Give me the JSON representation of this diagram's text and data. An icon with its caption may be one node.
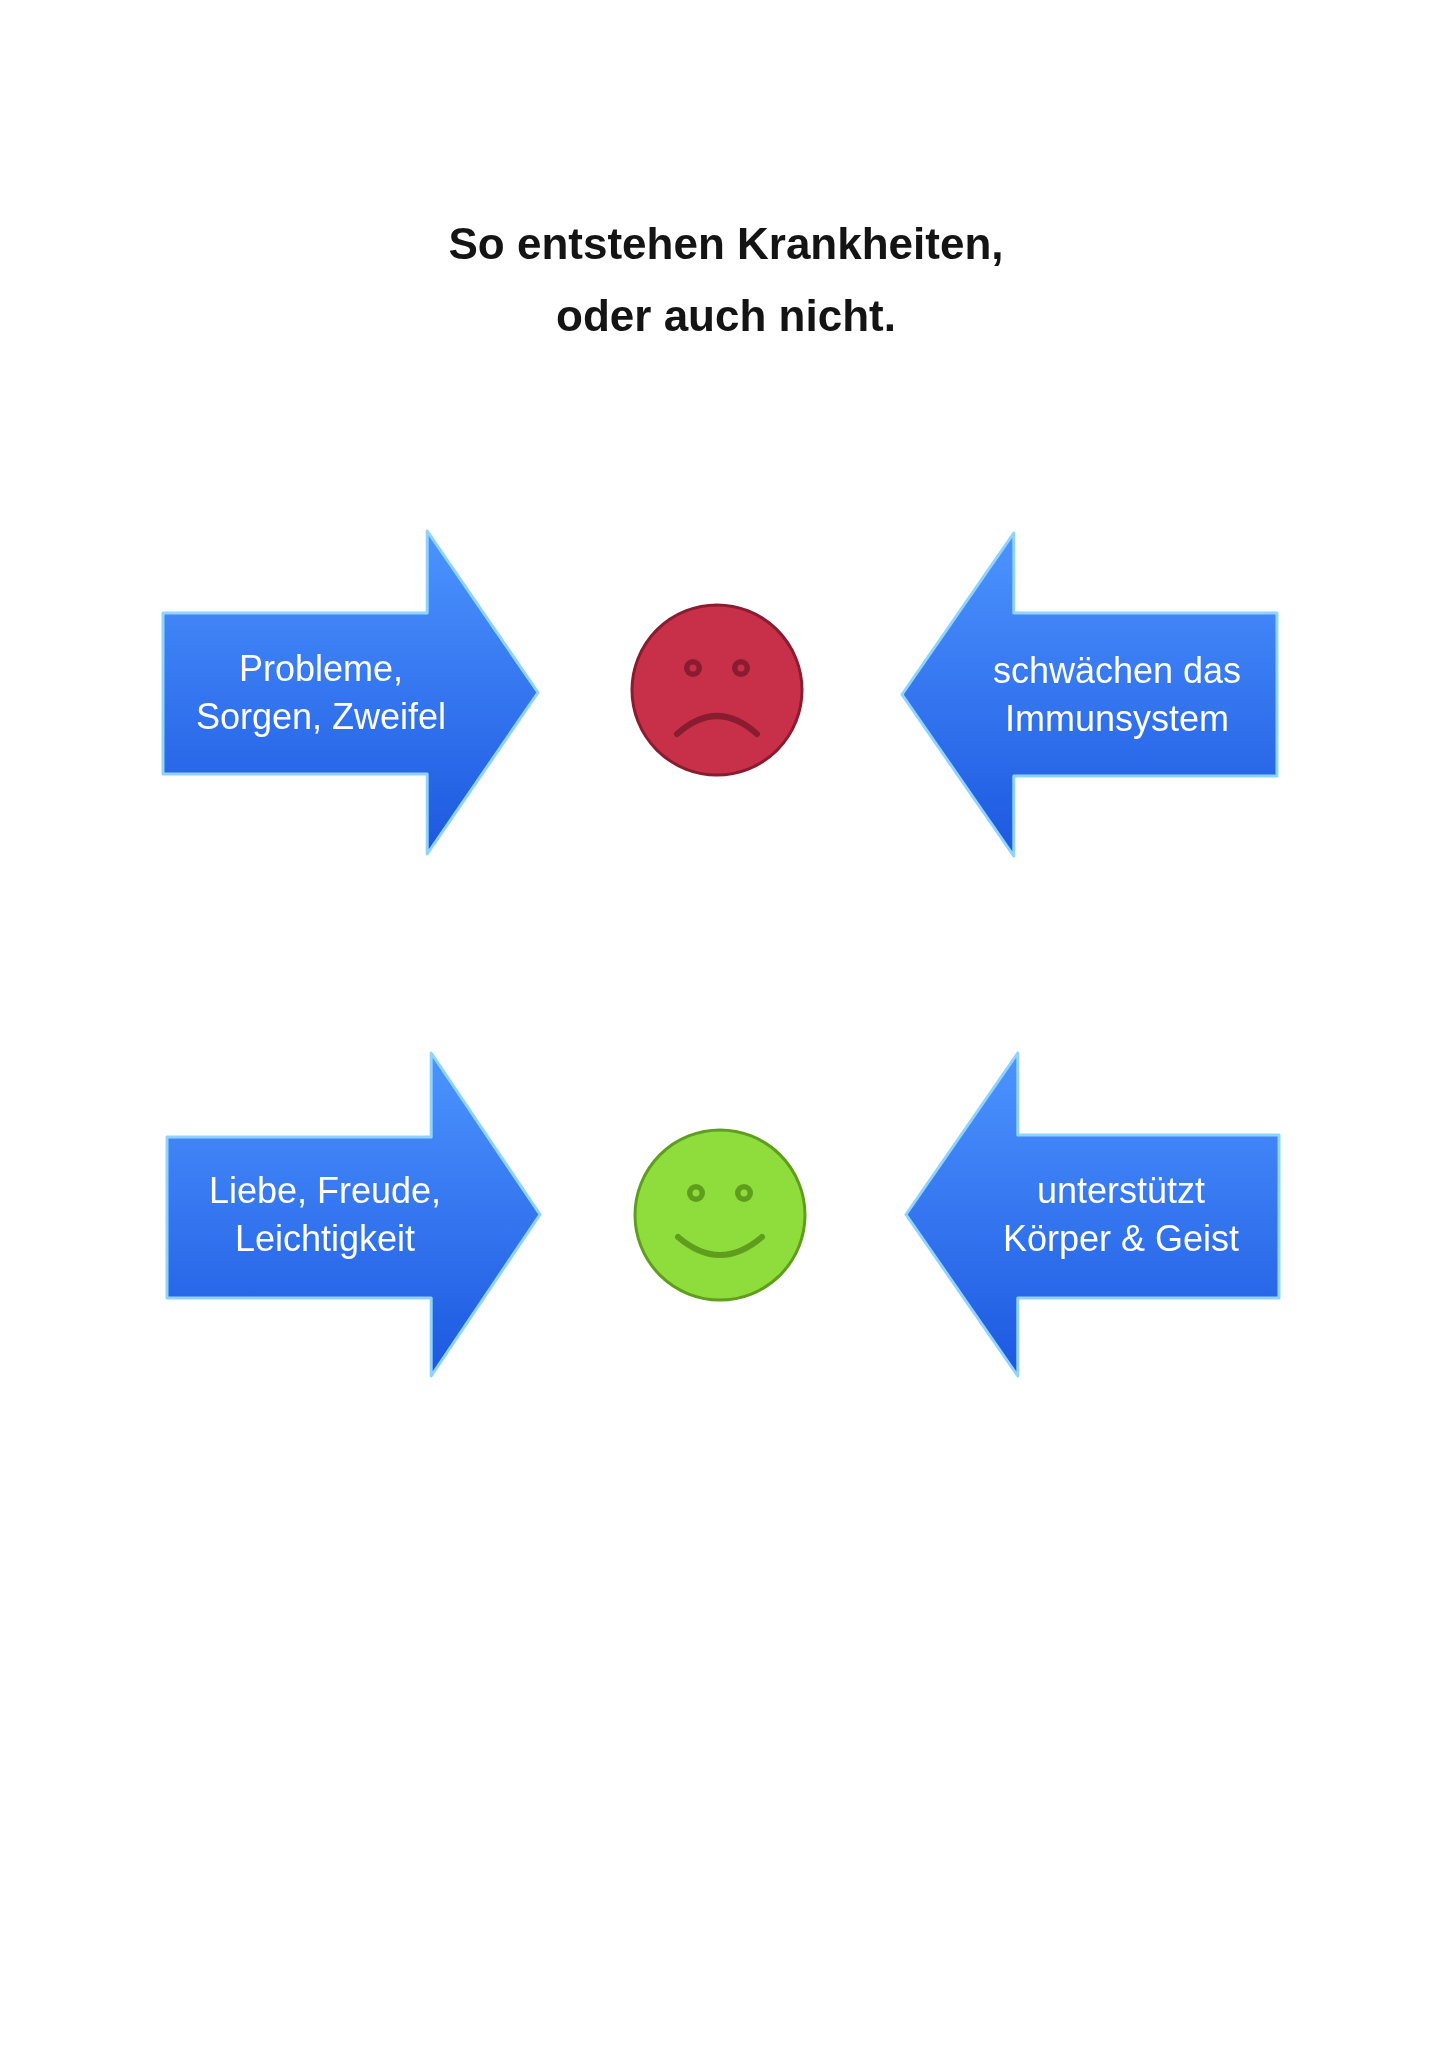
{
  "diagram": {
    "title": "So entstehen Krankheiten, oder auch nicht.",
    "nodes": [
      {
        "text": [
          "Probleme, Sorgen, Zweifel"
        ]
      },
      {
        "text": [],
        "shape": "picture"
      },
      {
        "text": [
          "schwächen das Immunsystem"
        ]
      },
      {
        "text": [
          "Liebe, Freude, Leichtigkeit"
        ]
      },
      {
        "text": [],
        "shape": "picture"
      },
      {
        "text": [
          "unterstützt Körper & Geist"
        ]
      }
    ]
  }
}
